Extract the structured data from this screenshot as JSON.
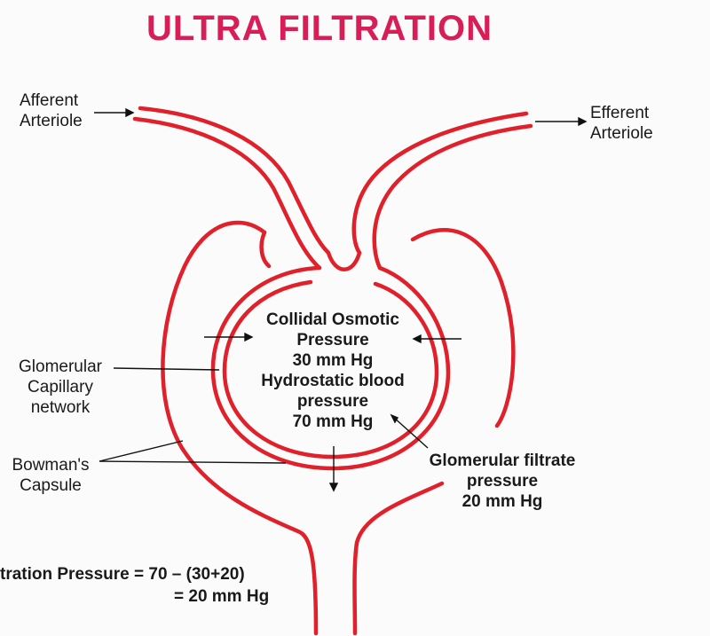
{
  "title": "ULTRA FILTRATION",
  "colors": {
    "title": "#d81e56",
    "vessel": "#e0202a",
    "pointer": "#111111"
  },
  "labels": {
    "afferent": [
      "Afferent",
      "Arteriole"
    ],
    "efferent": [
      "Efferent",
      "Arteriole"
    ],
    "glomerular_capillary": [
      "Glomerular",
      "Capillary",
      "network"
    ],
    "bowmans_capsule": [
      "Bowman's",
      "Capsule"
    ],
    "pressures": [
      "Collidal Osmotic",
      "Pressure",
      "30 mm Hg",
      "Hydrostatic blood",
      "pressure",
      "70 mm Hg"
    ],
    "filtrate": [
      "Glomerular filtrate",
      "pressure",
      "20 mm Hg"
    ]
  },
  "formula": {
    "line1": "tration Pressure = 70 – (30+20)",
    "line2": "= 20 mm Hg"
  }
}
